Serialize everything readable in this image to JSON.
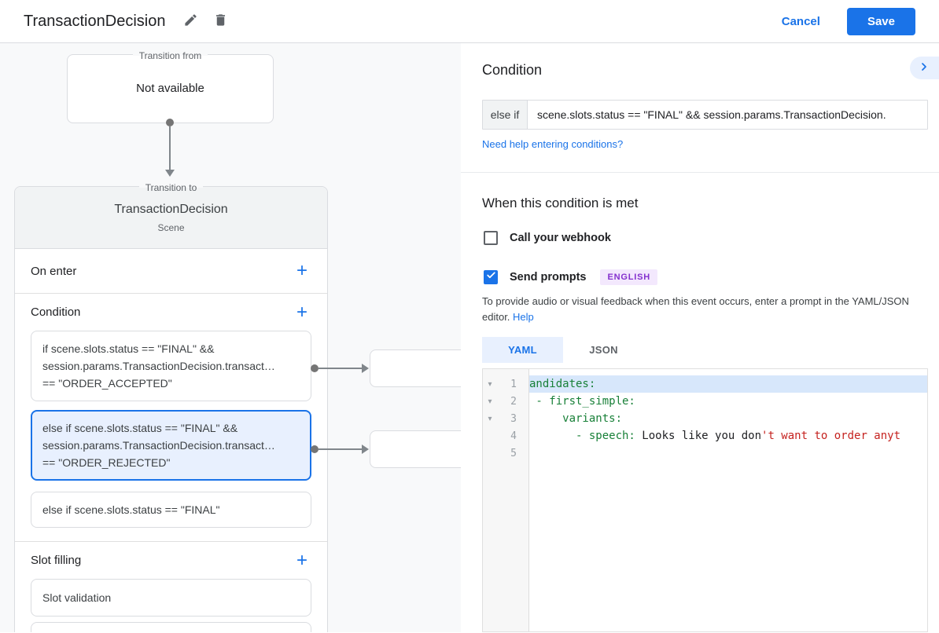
{
  "app": {
    "title": "TransactionDecision",
    "cancel_label": "Cancel",
    "save_label": "Save"
  },
  "canvas": {
    "transition_from": {
      "legend": "Transition from",
      "value": "Not available"
    },
    "transition_to": {
      "legend": "Transition to",
      "scene_name": "TransactionDecision",
      "scene_type": "Scene",
      "on_enter_label": "On enter",
      "condition_label": "Condition",
      "slot_filling_label": "Slot filling",
      "add_icon": "+",
      "condition_cards": [
        {
          "text": "if scene.slots.status == \"FINAL\" &&\nsession.params.TransactionDecision.transact…\n== \"ORDER_ACCEPTED\"",
          "selected": false
        },
        {
          "text": "else if scene.slots.status == \"FINAL\" &&\nsession.params.TransactionDecision.transact…\n== \"ORDER_REJECTED\"",
          "selected": true
        },
        {
          "text": "else if scene.slots.status == \"FINAL\"",
          "selected": false
        }
      ],
      "slot_cards": [
        {
          "text": "Slot validation"
        }
      ]
    }
  },
  "panel": {
    "title": "Condition",
    "condition_prefix": "else if",
    "condition_value": "scene.slots.status == \"FINAL\" && session.params.TransactionDecision.",
    "help_link": "Need help entering conditions?",
    "when_met_title": "When this condition is met",
    "webhook": {
      "label": "Call your webhook",
      "checked": false
    },
    "send_prompts": {
      "label": "Send prompts",
      "badge": "ENGLISH",
      "checked": true
    },
    "prompt_hint": "To provide audio or visual feedback when this event occurs, enter a prompt in the YAML/JSON editor.",
    "prompt_hint_link": "Help",
    "editor": {
      "tabs": [
        {
          "label": "YAML",
          "active": true
        },
        {
          "label": "JSON",
          "active": false
        }
      ],
      "fold_icon": "▾",
      "line_numbers": [
        "1",
        "2",
        "3",
        "4",
        "5"
      ],
      "code": {
        "line1_key": "andidates:",
        "line2_key": " - first_simple:",
        "line3_key": "     variants:",
        "line4_key": "       - speech: ",
        "line4_plain": "Looks like you don",
        "line4_string": "'t want to order anyt"
      }
    }
  },
  "colors": {
    "accent": "#1a73e8",
    "selected_card_bg": "#e8f0fe",
    "badge_bg": "#f3e8fd",
    "badge_text": "#8430ce",
    "code_key": "#188038",
    "code_string": "#c5221f"
  }
}
